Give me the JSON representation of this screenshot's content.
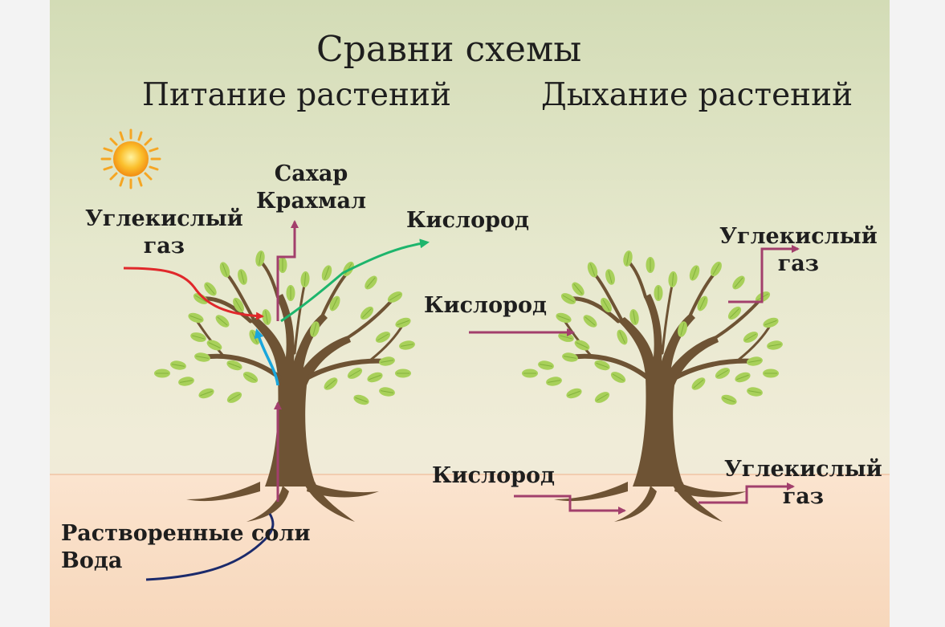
{
  "title": "Сравни схемы",
  "subtitles": {
    "left": "Питание растений",
    "right": "Дыхание растений"
  },
  "left_labels": {
    "co2_line1": "Углекислый",
    "co2_line2": "газ",
    "sugar": "Сахар",
    "starch": "Крахмал",
    "oxygen": "Кислород",
    "salts": "Растворенные соли",
    "water": "Вода"
  },
  "right_labels": {
    "oxygen_top": "Кислород",
    "co2_top_line1": "Углекислый",
    "co2_top_line2": "газ",
    "oxygen_bottom": "Кислород",
    "co2_bottom_line1": "Углекислый",
    "co2_bottom_line2": "газ"
  },
  "icons": {
    "sun": "sun-icon"
  },
  "colors": {
    "purple_arrow": "#a23f6c",
    "red_arrow": "#e0282b",
    "blue_arrow": "#19a6dc",
    "green_arrow": "#1db56c",
    "navy_arrow": "#1b2a6b",
    "trunk": "#6e5334",
    "leaf": "#a8d05a"
  }
}
